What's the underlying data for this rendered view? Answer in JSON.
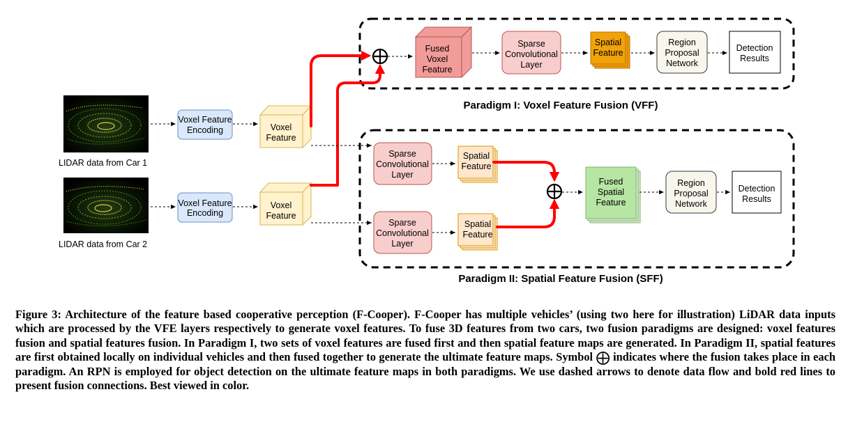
{
  "lidar": {
    "car1_label": "LIDAR data from Car 1",
    "car2_label": "LIDAR data from Car 2"
  },
  "inputs": {
    "vfe_label_line1": "Voxel Feature",
    "vfe_label_line2": "Encoding",
    "voxel_line1": "Voxel",
    "voxel_line2": "Feature"
  },
  "paradigm1": {
    "title": "Paradigm I:  Voxel Feature Fusion (VFF)",
    "fused_voxel": [
      "Fused",
      "Voxel",
      "Feature"
    ],
    "sparse_conv": [
      "Sparse",
      "Convolutional",
      "Layer"
    ],
    "spatial": [
      "Spatial",
      "Feature"
    ],
    "rpn": [
      "Region",
      "Proposal",
      "Network"
    ],
    "detection": [
      "Detection",
      "Results"
    ]
  },
  "paradigm2": {
    "title": "Paradigm II:  Spatial Feature Fusion (SFF)",
    "sparse_conv": [
      "Sparse",
      "Convolutional",
      "Layer"
    ],
    "spatial": [
      "Spatial",
      "Feature"
    ],
    "fused_spatial": [
      "Fused",
      "Spatial",
      "Feature"
    ],
    "rpn": [
      "Region",
      "Proposal",
      "Network"
    ],
    "detection": [
      "Detection",
      "Results"
    ]
  },
  "fusion_symbol": "⊕",
  "caption": {
    "part1": "Figure 3: Architecture of the feature based cooperative perception (F-Cooper). F-Cooper has multiple vehicles’ (using two here for illustration) LiDAR data inputs which are processed by the VFE layers respectively to generate voxel features. To fuse 3D features from two cars, two fusion paradigms are designed: voxel features fusion and spatial features fusion. In Paradigm I, two sets of voxel features are fused first and then spatial feature maps are generated. In Paradigm II, spatial features are first obtained locally on individual vehicles and then fused together to generate the ultimate feature maps. Symbol",
    "symbol": "⨁",
    "part2": "indicates where the fusion takes place in each paradigm. An RPN is employed for object detection on the ultimate feature maps in both paradigms. We use dashed arrows to denote data flow and bold red lines to present fusion connections. Best viewed in color."
  },
  "colors": {
    "vfe_fill": "#dae8fc",
    "vfe_stroke": "#6c8ebf",
    "voxel_fill": "#fff2cc",
    "voxel_stroke": "#d6b656",
    "pink_fill": "#f8cecc",
    "pink_stroke": "#b85450",
    "fused_voxel_fill": "#f19c99",
    "orange_fill": "#f0a30a",
    "orange_stroke": "#bd7000",
    "light_orange_fill": "#ffe6cc",
    "light_orange_stroke": "#d79b00",
    "green_fill": "#d5e8d4",
    "green_stroke": "#82b366",
    "fused_spatial_fill": "#b7e5a3",
    "rpn_fill": "#f9f7ed",
    "rpn_stroke": "#36393d",
    "fusion_line": "#ff0000"
  }
}
